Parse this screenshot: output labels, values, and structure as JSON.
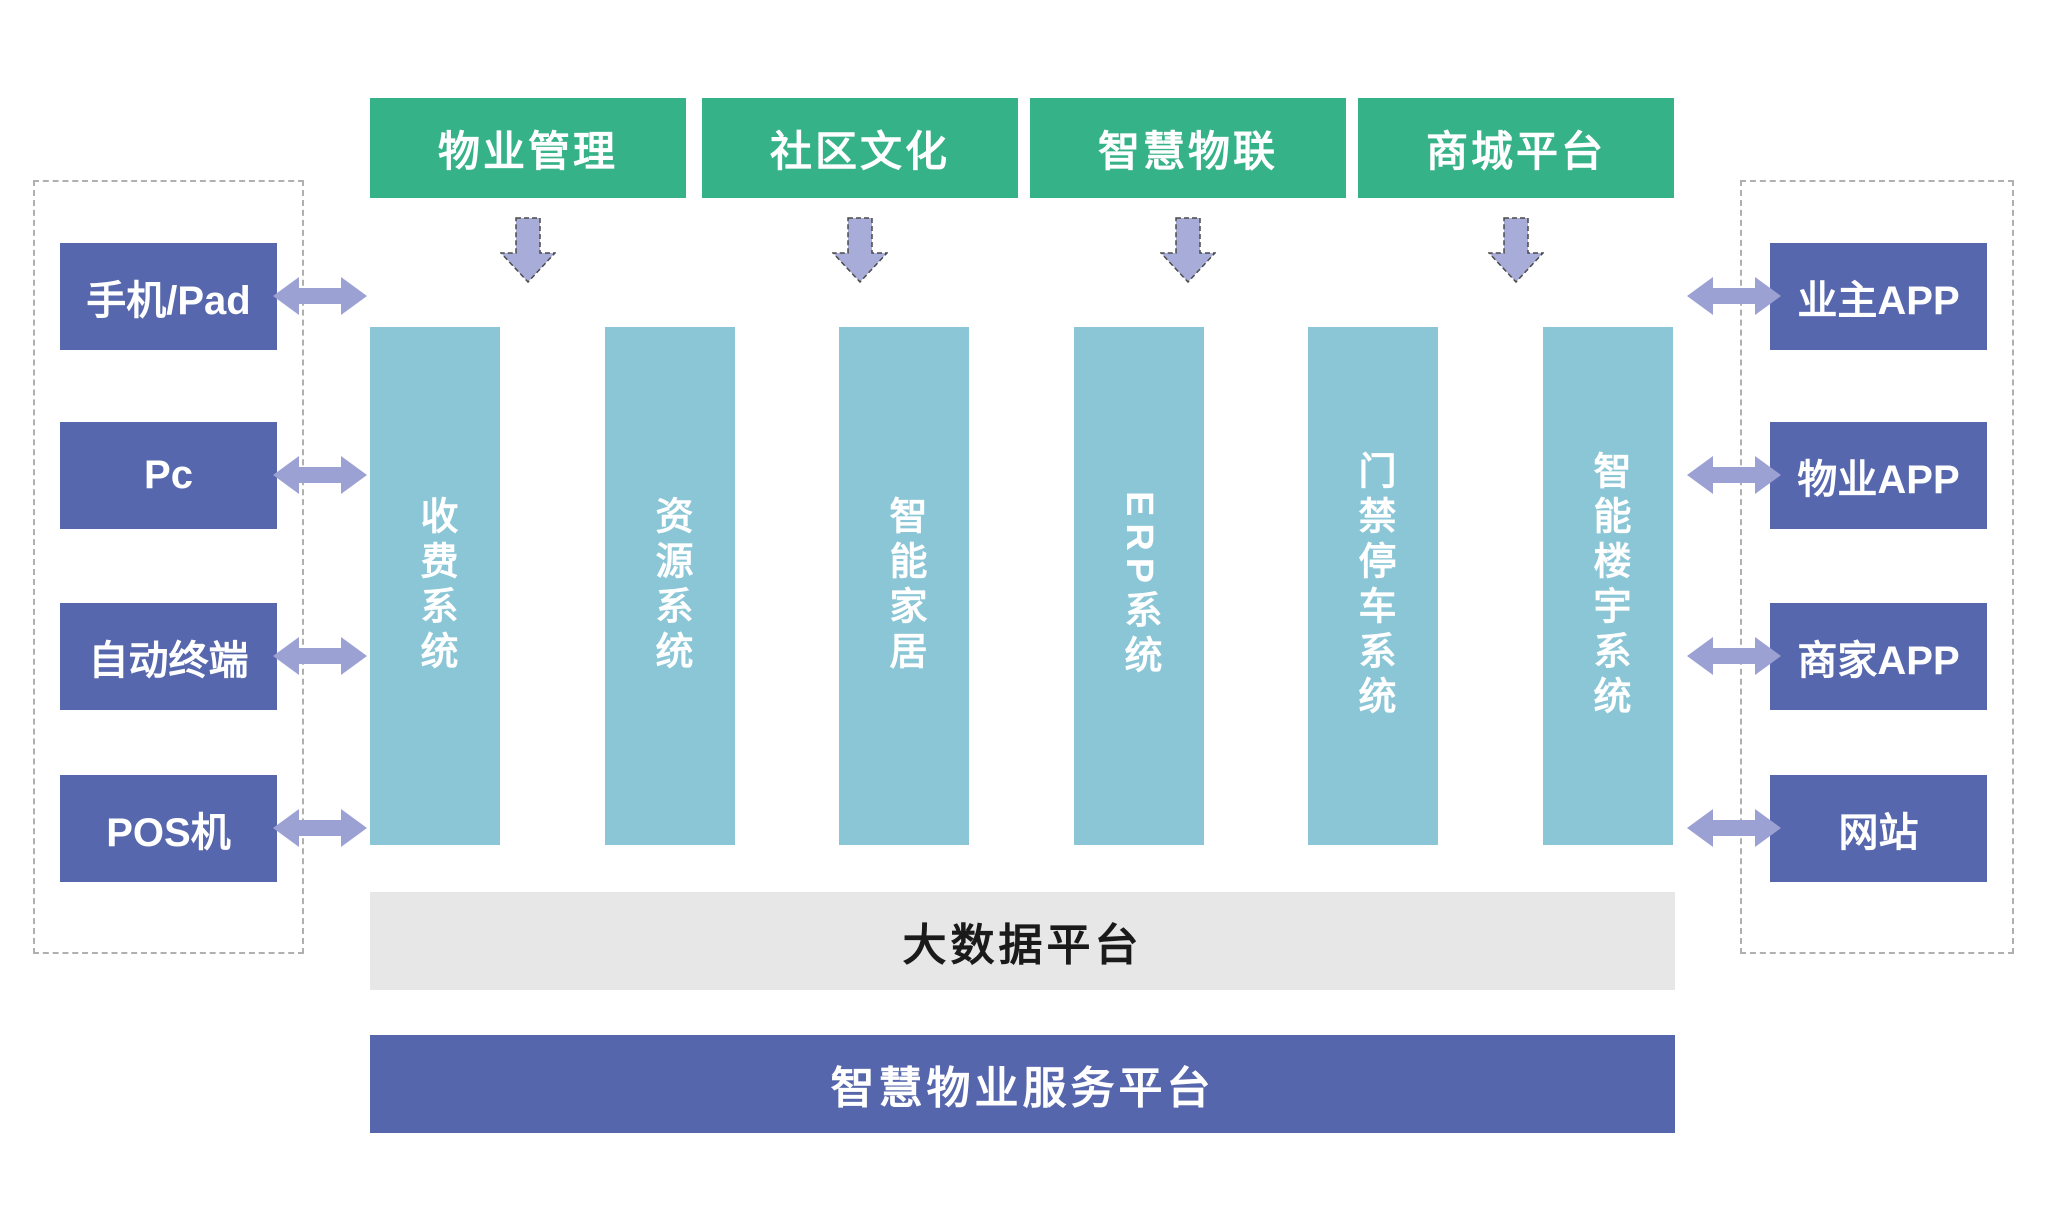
{
  "diagram": {
    "top_modules": [
      "物业管理",
      "社区文化",
      "智慧物联",
      "商城平台"
    ],
    "systems": [
      "收费系统",
      "资源系统",
      "智能家居",
      "ERP系统",
      "门禁停车系统",
      "智能楼宇系统"
    ],
    "left_devices": [
      "手机/Pad",
      "Pc",
      "自动终端",
      "POS机"
    ],
    "right_apps": [
      "业主APP",
      "物业APP",
      "商家APP",
      "网站"
    ],
    "big_data_bar": "大数据平台",
    "service_platform_bar": "智慧物业服务平台",
    "colors": {
      "module_green": "#35b287",
      "system_teal": "#8bc6d7",
      "device_purple": "#5767ad",
      "platform_purple": "#5666ac",
      "arrow_purple": "#9ca1d3",
      "down_arrow_fill": "#a8acd8",
      "bar_gray": "#e7e7e7"
    }
  }
}
